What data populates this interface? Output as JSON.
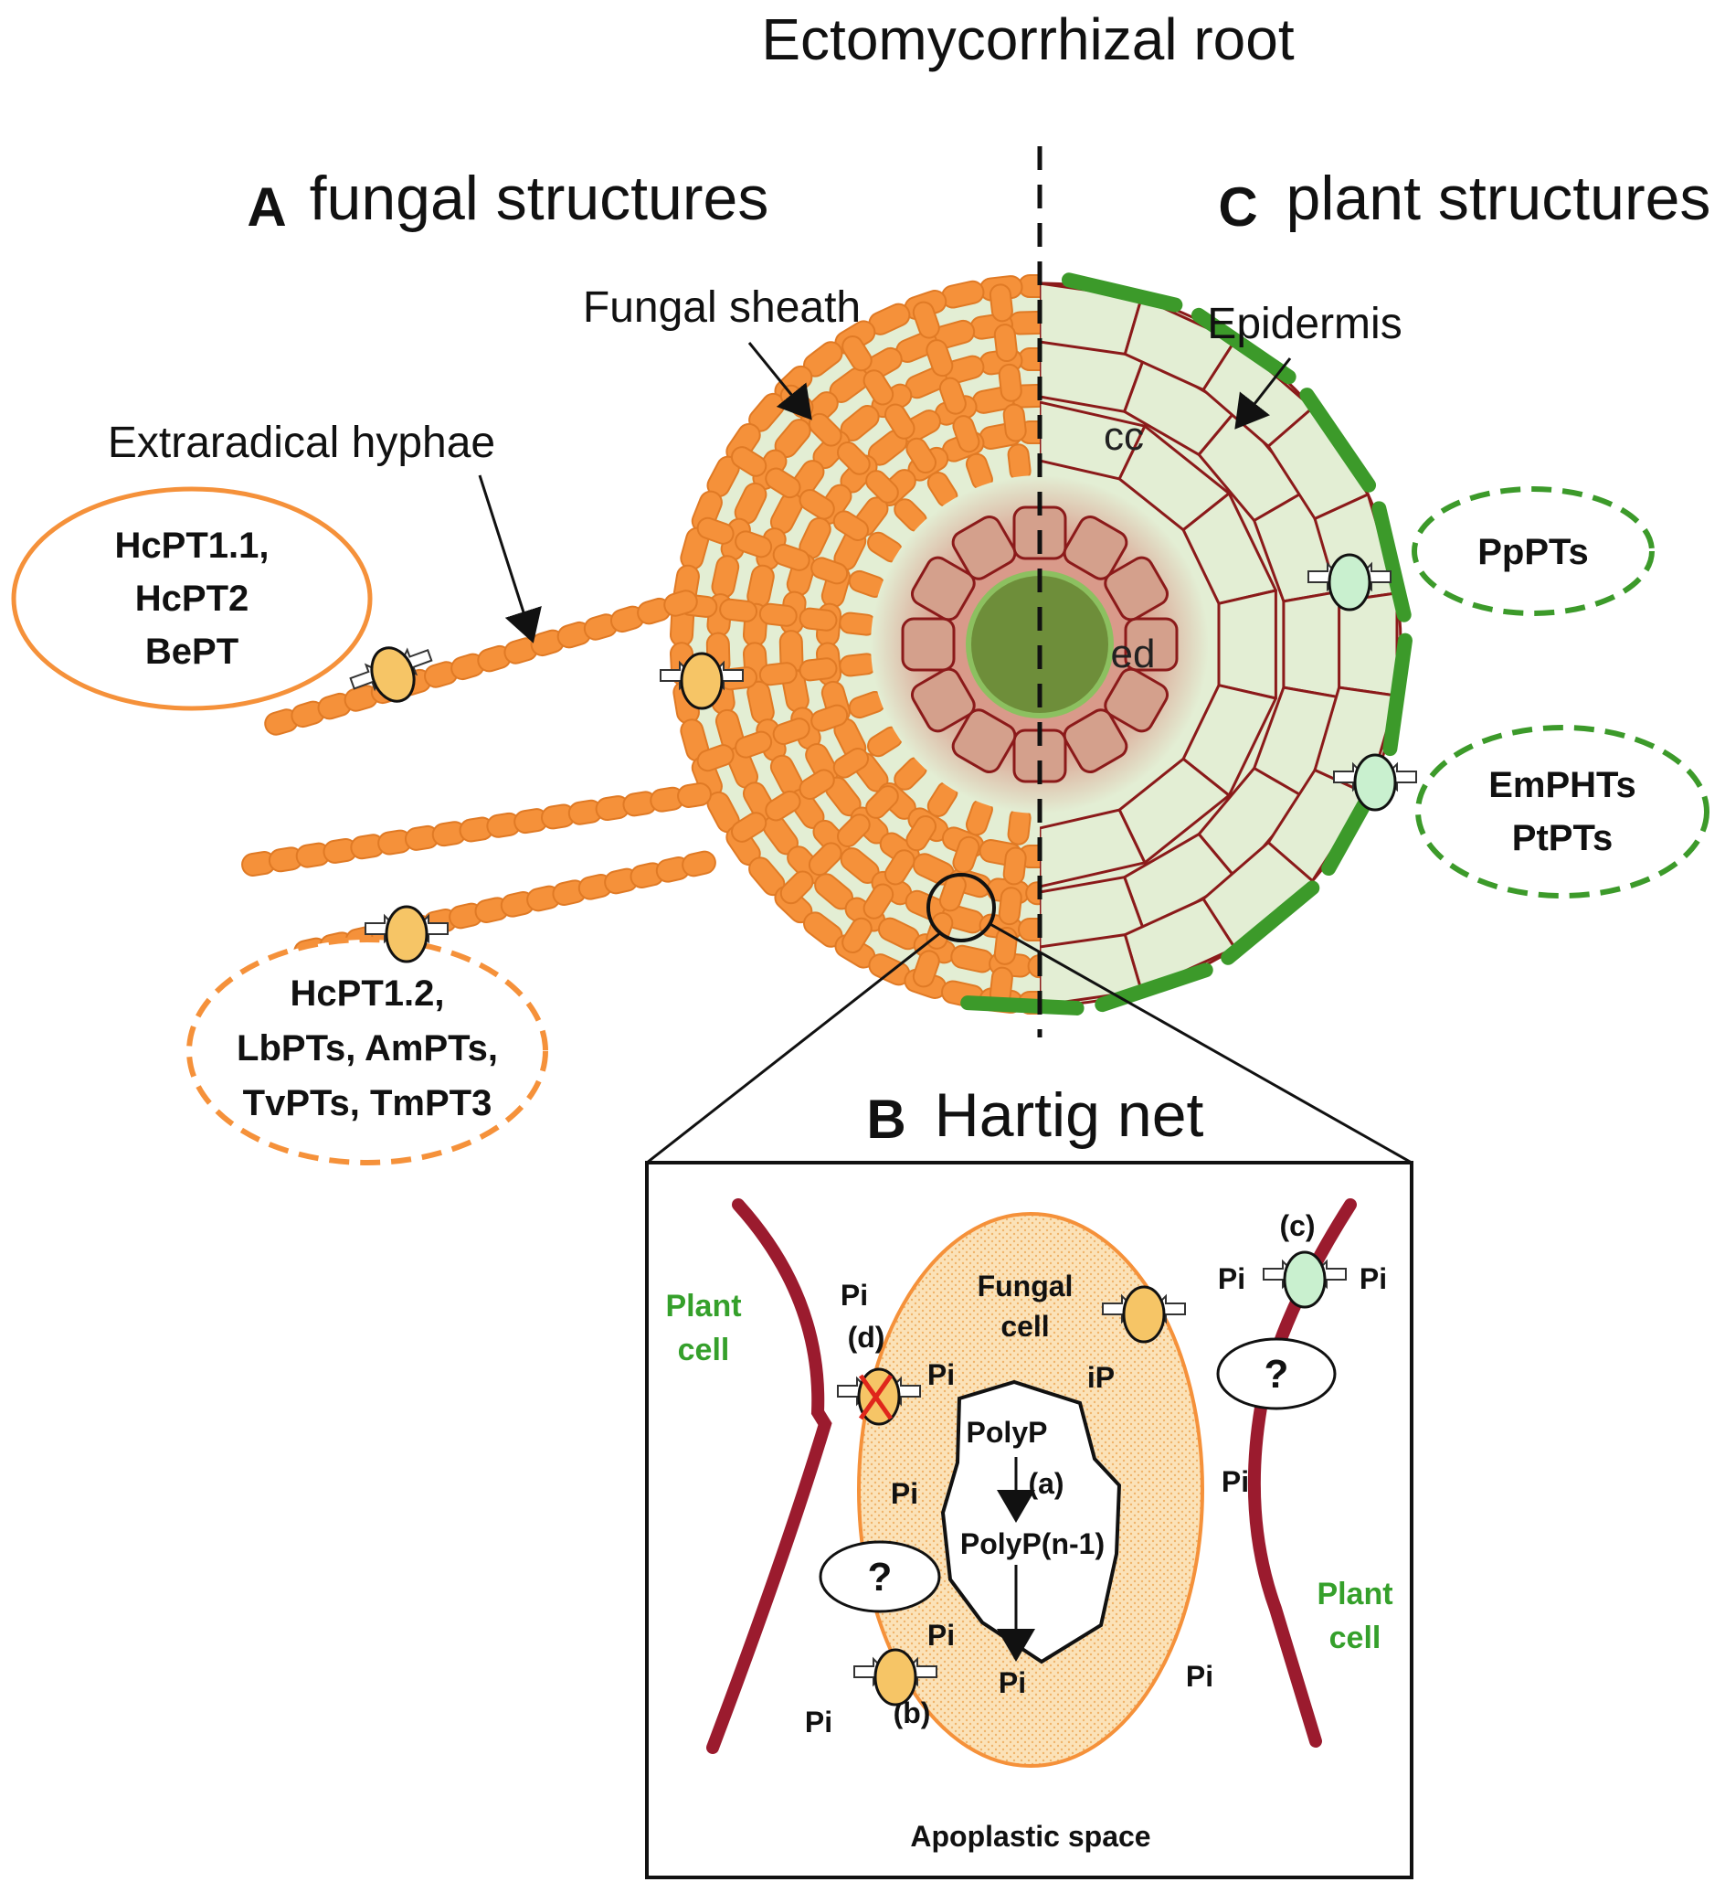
{
  "title": "Ectomycorrhizal root",
  "panels": {
    "a": {
      "letter": "A",
      "title": "fungal structures"
    },
    "b": {
      "letter": "B",
      "title": "Hartig net"
    },
    "c": {
      "letter": "C",
      "title": "plant structures"
    }
  },
  "labels": {
    "fungal_sheath": "Fungal sheath",
    "extraradical_hyphae": "Extraradical hyphae",
    "epidermis": "Epidermis",
    "cortical_cell": "cc",
    "endodermis": "ed"
  },
  "transporters": {
    "fungal_top": [
      "HcPT1.1,",
      "HcPT2",
      "BePT"
    ],
    "fungal_bottom": [
      "HcPT1.2,",
      "LbPTs, AmPTs,",
      "TvPTs, TmPT3"
    ],
    "plant_top": [
      "PpPTs"
    ],
    "plant_bottom": [
      "EmPHTs",
      "PtPTs"
    ]
  },
  "hartig": {
    "plant_cell_left": [
      "Plant",
      "cell"
    ],
    "plant_cell_right": [
      "Plant",
      "cell"
    ],
    "fungal_cell": [
      "Fungal",
      "cell"
    ],
    "ip": "iP",
    "polyp": "PolyP",
    "polyp_n1": "PolyP(n-1)",
    "step_a": "(a)",
    "step_b": "(b)",
    "step_c": "(c)",
    "step_d": "(d)",
    "pi": "Pi",
    "question": "?",
    "apoplastic": "Apoplastic space"
  },
  "colors": {
    "fungal_orange": "#f5913a",
    "fungal_orange_dark": "#e07a25",
    "plant_green": "#3c9a2a",
    "cell_fill": "#e3eed4",
    "cell_wall": "#8b1a1a",
    "stele": "#6e8e3a",
    "transporter_fungal": "#f6c566",
    "transporter_plant": "#c9f0cf",
    "fungal_cell_fill": "#fbe2b8"
  }
}
